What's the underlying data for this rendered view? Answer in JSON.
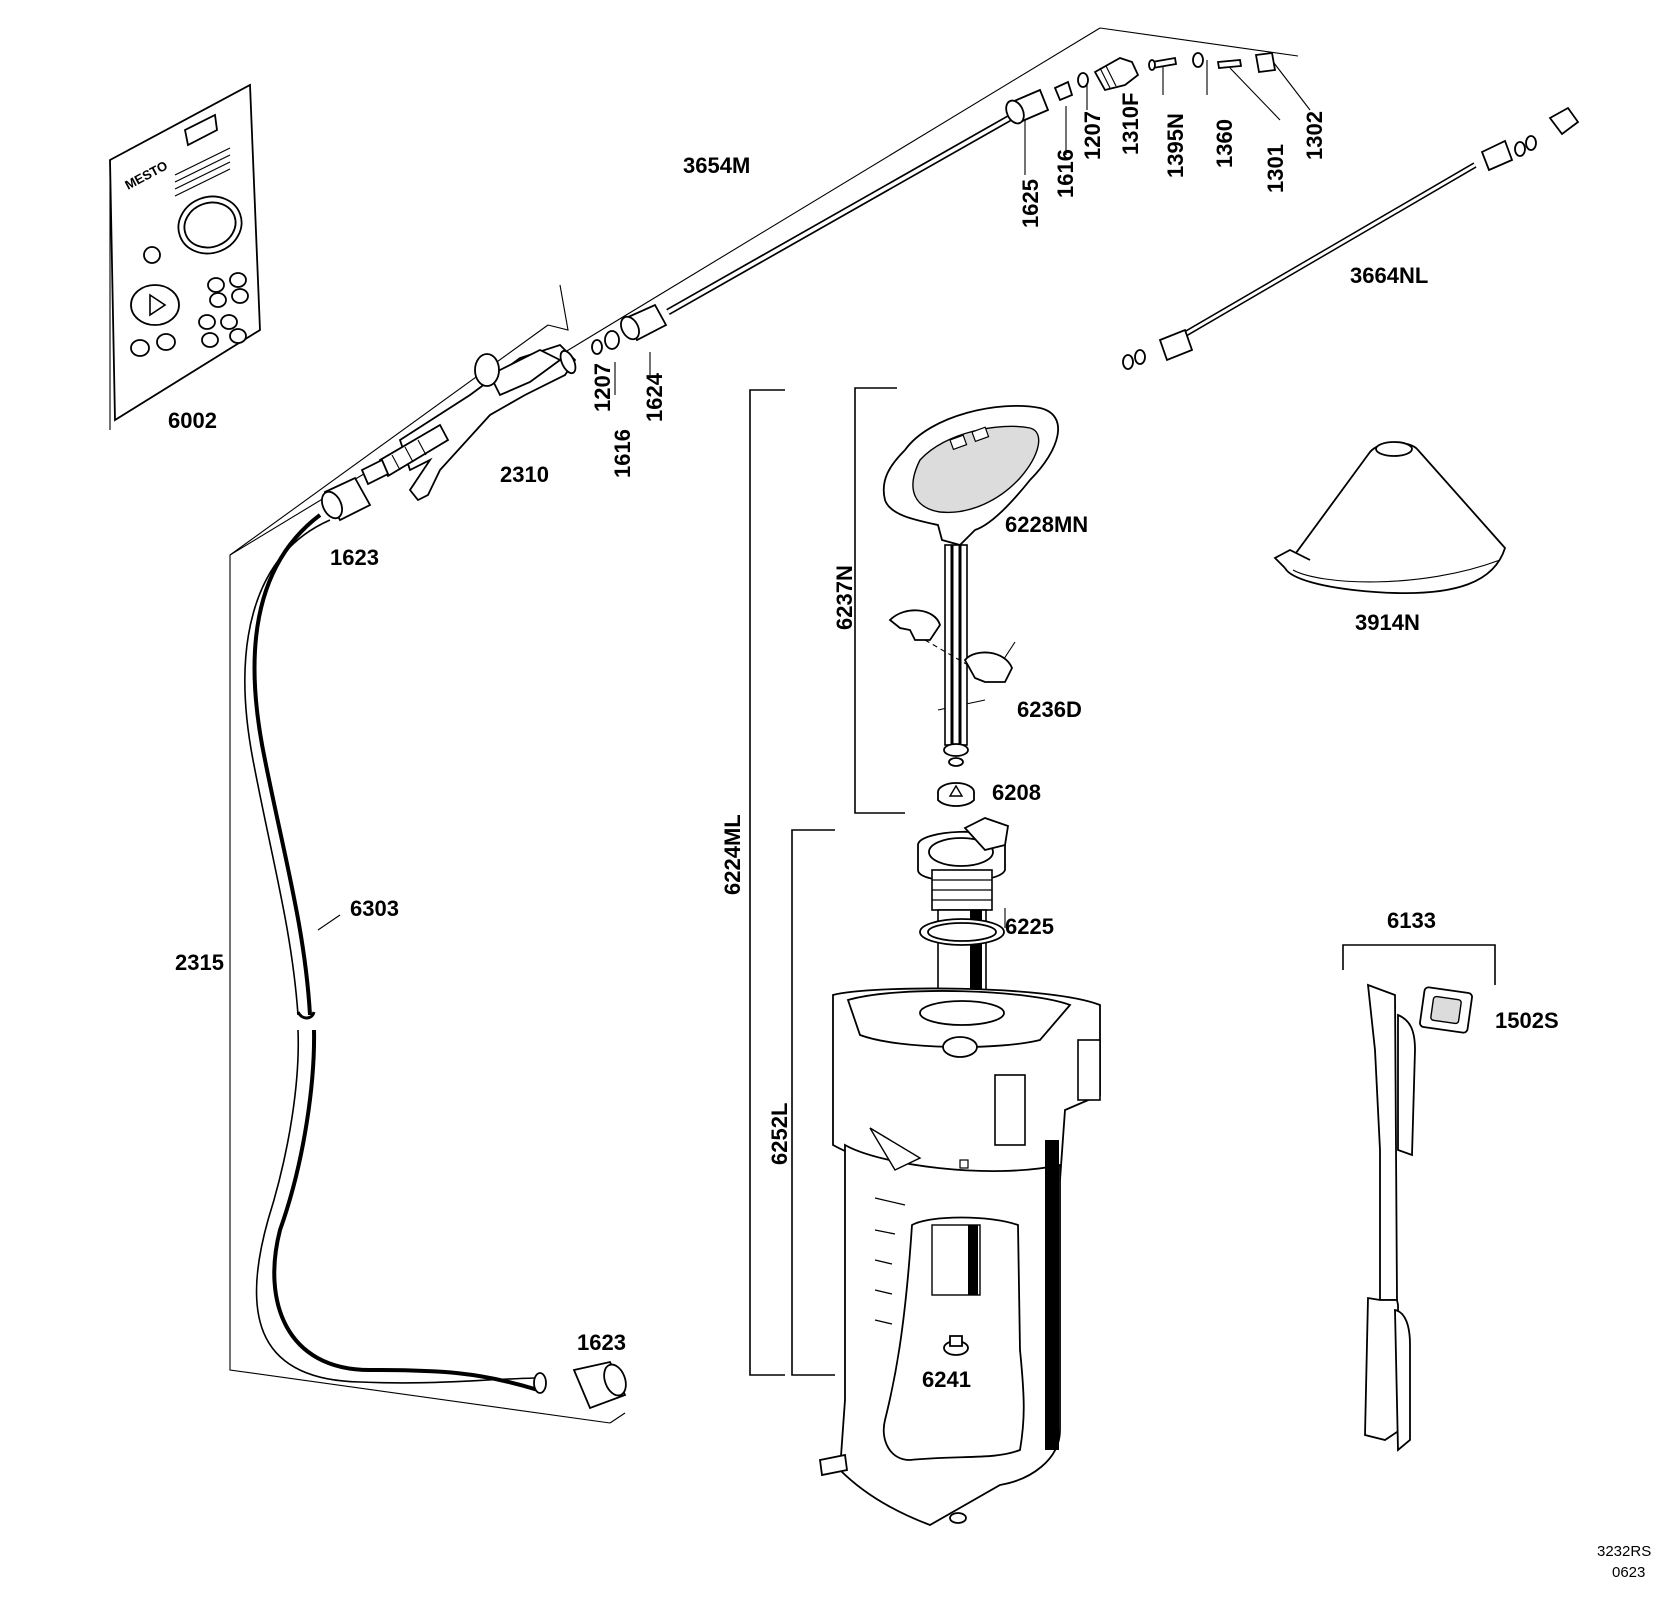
{
  "diagram": {
    "part_labels": {
      "p6002": "6002",
      "p3654M": "3654M",
      "p1625": "1625",
      "p1616a": "1616",
      "p1207a": "1207",
      "p1310F": "1310F",
      "p1395N": "1395N",
      "p1360": "1360",
      "p1301": "1301",
      "p1302": "1302",
      "p3664NL": "3664NL",
      "p1207b": "1207",
      "p1616b": "1616",
      "p1624": "1624",
      "p2310": "2310",
      "p1623a": "1623",
      "p6228MN": "6228MN",
      "p6237N": "6237N",
      "p3914N": "3914N",
      "p6236D": "6236D",
      "p6208": "6208",
      "p6224ML": "6224ML",
      "p6225": "6225",
      "p6133": "6133",
      "p1502S": "1502S",
      "p6303": "6303",
      "p2315": "2315",
      "p6252L": "6252L",
      "p1623b": "1623",
      "p6241": "6241"
    },
    "package_brand": "MESTO",
    "footer_code": "3232RS",
    "footer_date": "0623"
  }
}
